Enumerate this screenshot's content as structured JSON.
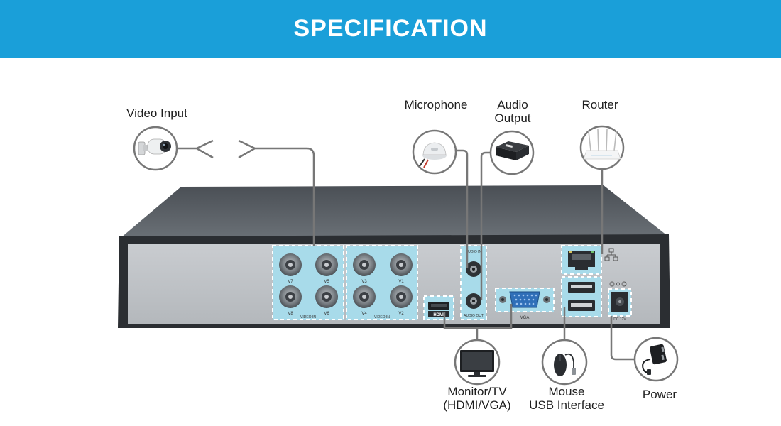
{
  "header": {
    "title": "SPECIFICATION",
    "background_color": "#1a9fd9"
  },
  "labels": {
    "video_input": "Video Input",
    "microphone": "Microphone",
    "audio_output": [
      "Audio",
      "Output"
    ],
    "router": "Router",
    "monitor_tv": [
      "Monitor/TV",
      "(HDMI/VGA)"
    ],
    "mouse_usb": [
      "Mouse",
      "USB Interface"
    ],
    "power": "Power"
  },
  "panel_text": {
    "bnc_channels": [
      "V7",
      "V5",
      "V3",
      "V1",
      "V8",
      "V6",
      "V4",
      "V2"
    ],
    "video_in_left": "VIDEO IN",
    "video_in_right": "VIDEO IN",
    "audio_in": "AUDIO IN",
    "audio_out": "AUDIO OUT",
    "hdmi": "HDMI",
    "vga": "VGA",
    "dc": "DC 12V"
  },
  "colors": {
    "port_highlight": "#a8dbea",
    "connector_line": "#777777",
    "dvr_top": "#54595f",
    "dvr_back_panel": "#bdc1c6"
  },
  "icons": [
    "bullet-camera-icon",
    "microphone-icon",
    "audio-box-icon",
    "router-icon",
    "monitor-icon",
    "mouse-icon",
    "power-adapter-icon"
  ]
}
